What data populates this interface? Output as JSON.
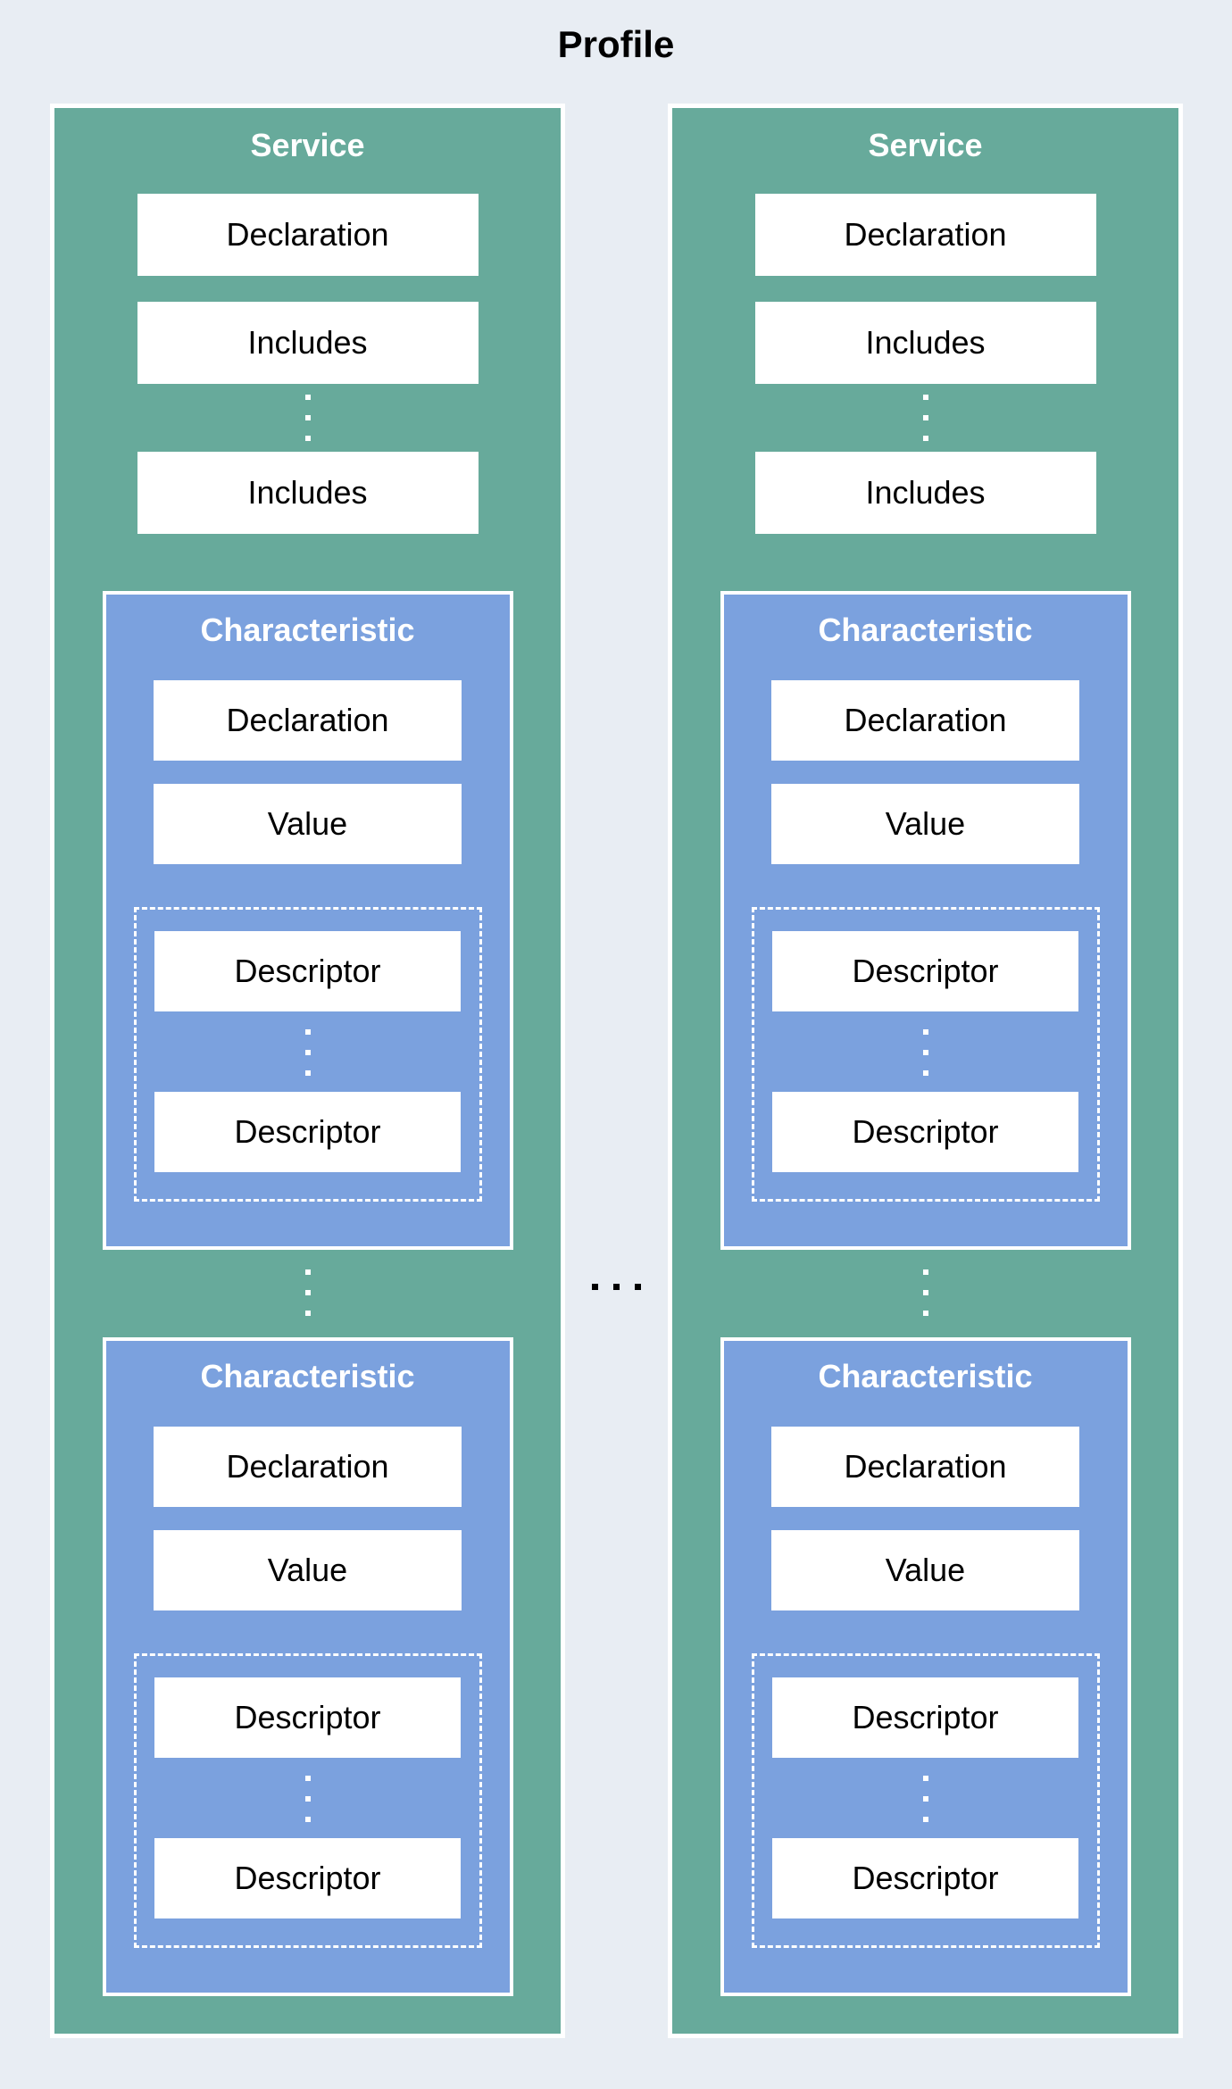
{
  "title": "Profile",
  "colors": {
    "background": "#e8edf3",
    "service_fill": "#67aa9b",
    "characteristic_fill": "#7ba1de",
    "box_fill": "#ffffff",
    "box_text": "#000000",
    "header_text": "#ffffff",
    "title_text": "#000000",
    "border": "#ffffff"
  },
  "services": [
    {
      "header": "Service",
      "declaration": "Declaration",
      "includes": [
        "Includes",
        "Includes"
      ],
      "characteristics": [
        {
          "header": "Characteristic",
          "declaration": "Declaration",
          "value": "Value",
          "descriptors": [
            "Descriptor",
            "Descriptor"
          ]
        },
        {
          "header": "Characteristic",
          "declaration": "Declaration",
          "value": "Value",
          "descriptors": [
            "Descriptor",
            "Descriptor"
          ]
        }
      ]
    },
    {
      "header": "Service",
      "declaration": "Declaration",
      "includes": [
        "Includes",
        "Includes"
      ],
      "characteristics": [
        {
          "header": "Characteristic",
          "declaration": "Declaration",
          "value": "Value",
          "descriptors": [
            "Descriptor",
            "Descriptor"
          ]
        },
        {
          "header": "Characteristic",
          "declaration": "Declaration",
          "value": "Value",
          "descriptors": [
            "Descriptor",
            "Descriptor"
          ]
        }
      ]
    }
  ]
}
